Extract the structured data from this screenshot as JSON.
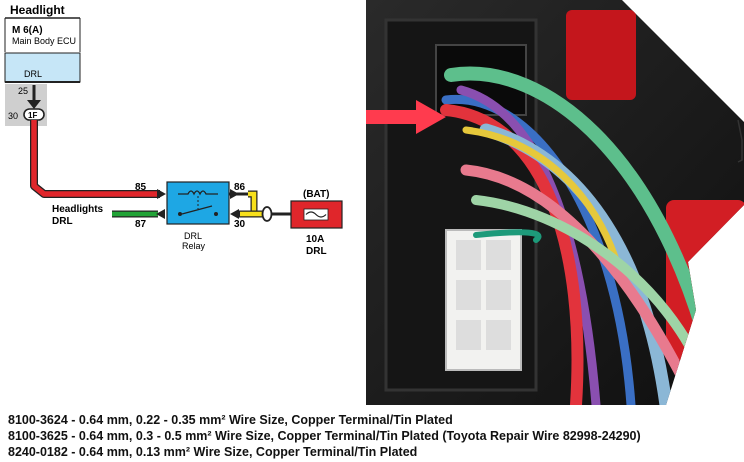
{
  "diagram": {
    "title": "Headlight",
    "ecu_code": "M 6(A)",
    "ecu_name": "Main Body ECU",
    "ecu_box_label": "DRL",
    "pin_25": "25",
    "pin_30": "30",
    "connector": "1F",
    "relay_pin_85": "85",
    "relay_pin_86": "86",
    "relay_pin_87": "87",
    "relay_pin_30": "30",
    "relay_name_1": "DRL",
    "relay_name_2": "Relay",
    "headlights_label_1": "Headlights",
    "headlights_label_2": "DRL",
    "bat_label": "(BAT)",
    "fuse_amp": "10A",
    "fuse_name": "DRL",
    "colors": {
      "red_wire": "#e0262b",
      "green_wire": "#21a336",
      "yellow_wire": "#f7e01c",
      "relay_blue": "#1ea7e4",
      "ecu_fill": "#c6e6f7",
      "fuse_fill": "#e0262b"
    }
  },
  "captions": [
    "8100-3624 - 0.64 mm, 0.22 - 0.35 mm² Wire Size, Copper Terminal/Tin Plated",
    "8100-3625 - 0.64 mm, 0.3 - 0.5 mm² Wire Size, Copper Terminal/Tin Plated (Toyota Repair Wire 82998-24290)",
    "8240-0182 - 0.64 mm, 0.13 mm² Wire Size, Copper Terminal/Tin Plated"
  ]
}
